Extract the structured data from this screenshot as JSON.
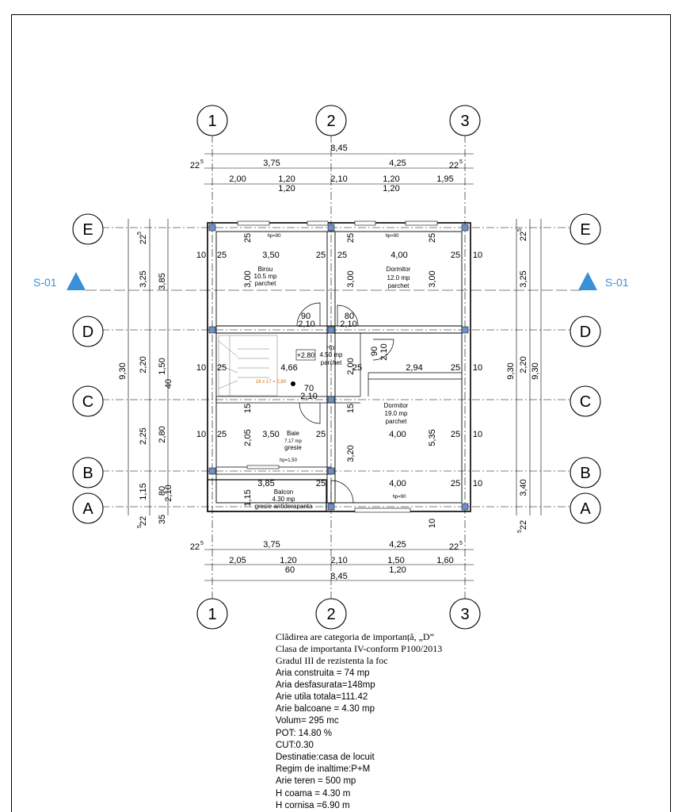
{
  "colors": {
    "section_marker": "#3a8fd9",
    "window": "#7fb3e0",
    "column": "#6e8fc8",
    "callout": "#d46a00"
  },
  "grid": {
    "verticals": [
      "1",
      "2",
      "3"
    ],
    "horizontals": [
      "E",
      "D",
      "C",
      "B",
      "A"
    ]
  },
  "section_marks": {
    "left": "S-01",
    "right": "S-01"
  },
  "top_dims": {
    "overall": "8,45",
    "row2": [
      "3,75",
      "4,25"
    ],
    "offset_left": "22",
    "offset_right": "22",
    "offset_sup": "5",
    "row3": [
      "2,00",
      "1,20",
      "2,10",
      "1,20",
      "1,95"
    ],
    "row3_sub": [
      "1,20",
      "1,20"
    ]
  },
  "bottom_dims": {
    "row1": [
      "3,75",
      "4,25"
    ],
    "offset_left": "22",
    "offset_right": "22",
    "offset_sup": "5",
    "row2": [
      "2,05",
      "1,20",
      "2,10",
      "1,50",
      "1,60"
    ],
    "row2_sub": [
      "60",
      "1,20"
    ],
    "overall": "8,45"
  },
  "left_dims": {
    "overall": "9,30",
    "col_a": [
      "3,25",
      "2,20",
      "2,25",
      "1,15"
    ],
    "col_b": [
      "3,85",
      "1,50",
      "2,80",
      "80"
    ],
    "col_c": [
      "40",
      "2,10"
    ],
    "top_off": "22",
    "bot_off": "22",
    "sup": "5",
    "bot_extra": "35"
  },
  "right_dims": {
    "overall_a": "9,30",
    "overall_b": "9,30",
    "col_a": [
      "3,25",
      "2,20",
      "3,40"
    ],
    "top_off": "22",
    "bot_off": "22",
    "sup": "5"
  },
  "rooms": [
    {
      "name": "Birou",
      "area": "10.5 mp",
      "floor": "parchet"
    },
    {
      "name": "Dormitor",
      "area": "12.0 mp",
      "floor": "parchet"
    },
    {
      "name": "Hol",
      "area": "4.50 mp",
      "floor": "parchet"
    },
    {
      "name": "Dormitor",
      "area": "19.0 mp",
      "floor": "parchet"
    },
    {
      "name": "Baie",
      "area": "7.17 mp",
      "floor": "gresie"
    },
    {
      "name": "Balcon",
      "area": "4.30 mp",
      "floor": "gresie antiderapanta"
    }
  ],
  "interior_dims": {
    "r1": [
      "10",
      "25",
      "3,50",
      "25",
      "25",
      "4,00",
      "25",
      "10"
    ],
    "r2": [
      "10",
      "25",
      "4,66",
      "25",
      "2,94",
      "25",
      "10"
    ],
    "r3": [
      "10",
      "25",
      "3,50",
      "25",
      "4,00",
      "25",
      "10"
    ],
    "r4": [
      "3,85",
      "25",
      "4,00",
      "25",
      "10"
    ],
    "verticals": [
      "3,00",
      "3,00",
      "3,00",
      "2,00",
      "2,05",
      "3,20",
      "5,35",
      "1,15",
      "25",
      "25",
      "25",
      "15",
      "15",
      "10"
    ],
    "doors": [
      "90",
      "80",
      "2,10",
      "2,10",
      "90",
      "2,10",
      "70",
      "2,10"
    ],
    "level": "+2.80",
    "sill": [
      "hp=90",
      "hp=90",
      "hp=1,50",
      "hp=90"
    ],
    "stair": "16 x 17 = 2,80"
  },
  "notes": [
    "Clădirea are categoria de importanță, „D”",
    "Clasa de importanta IV-conform P100/2013",
    "Gradul III de rezistenta la foc",
    "Aria construita = 74 mp",
    "Aria desfasurata=148mp",
    "Arie utila totala=111.42",
    "Arie balcoane =  4.30 mp",
    "Volum= 295 mc",
    "POT:  14.80 %",
    "CUT:0.30",
    "Destinatie:casa de locuit",
    "Regim de inaltime:P+M",
    "Arie teren = 500 mp",
    "H coama = 4.30 m",
    "H cornisa =6.90 m"
  ]
}
